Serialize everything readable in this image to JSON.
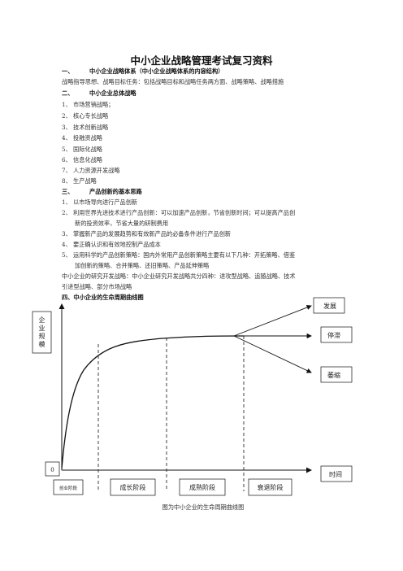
{
  "title": "中小企业战略管理考试复习资料",
  "sec1": {
    "num": "一、",
    "heading": "中小企业战略体系（中小企业战略体系的内容结构）",
    "body": "战略指导思想、战略目标任务：包括战略目标和战略任务两方面、战略策略、战略措施"
  },
  "sec2": {
    "num": "二、",
    "heading": "中小企业总体战略",
    "items": [
      "1、 市场营销战略；",
      "2、 核心专长战略",
      "3、 技术创新战略",
      "4、 投融资战略",
      "5、 国际化战略",
      "6、 信息化战略",
      "7、 人力资源开发战略",
      "8、 生产战略"
    ]
  },
  "sec3": {
    "num": "三、",
    "heading": "产品创新的基本思路",
    "items": [
      "1、 以市场导向进行产品创新",
      "2、 利用世界先进技术进行产品创新：可以加速产品创新，节省创新时间；可以提高产品创",
      "新的投资效率，节省大量的研制费用",
      "3、 掌握新产品的发展趋势和有效新产品的必备条件进行产品创新",
      "4、 要正确认识和有效地控制产品成本",
      "5、 运用科学的产品创新策略：国内外常用产品创新策略主要有以下几种：开拓策略、借鉴",
      "加创新的策略、合并策略、还旧策略、产品延伸策略"
    ],
    "para1": "中小企业的研究开发战略：中小企业研究开发战略共分四种：进攻型战略、追随战略、技术",
    "para2": "引进型战略、部分市场战略"
  },
  "sec4": {
    "heading": "四、中小企业的生命周期曲线图"
  },
  "diagram": {
    "y_axis_label": [
      "企",
      "业",
      "规",
      "模"
    ],
    "origin": "0",
    "x_axis_label": "时间",
    "outcomes": [
      "发展",
      "停滞",
      "萎缩"
    ],
    "stages": [
      "创业阶段",
      "成长阶段",
      "成熟阶段",
      "衰退阶段"
    ],
    "caption": "图为中小企业的生命周期曲线图"
  }
}
